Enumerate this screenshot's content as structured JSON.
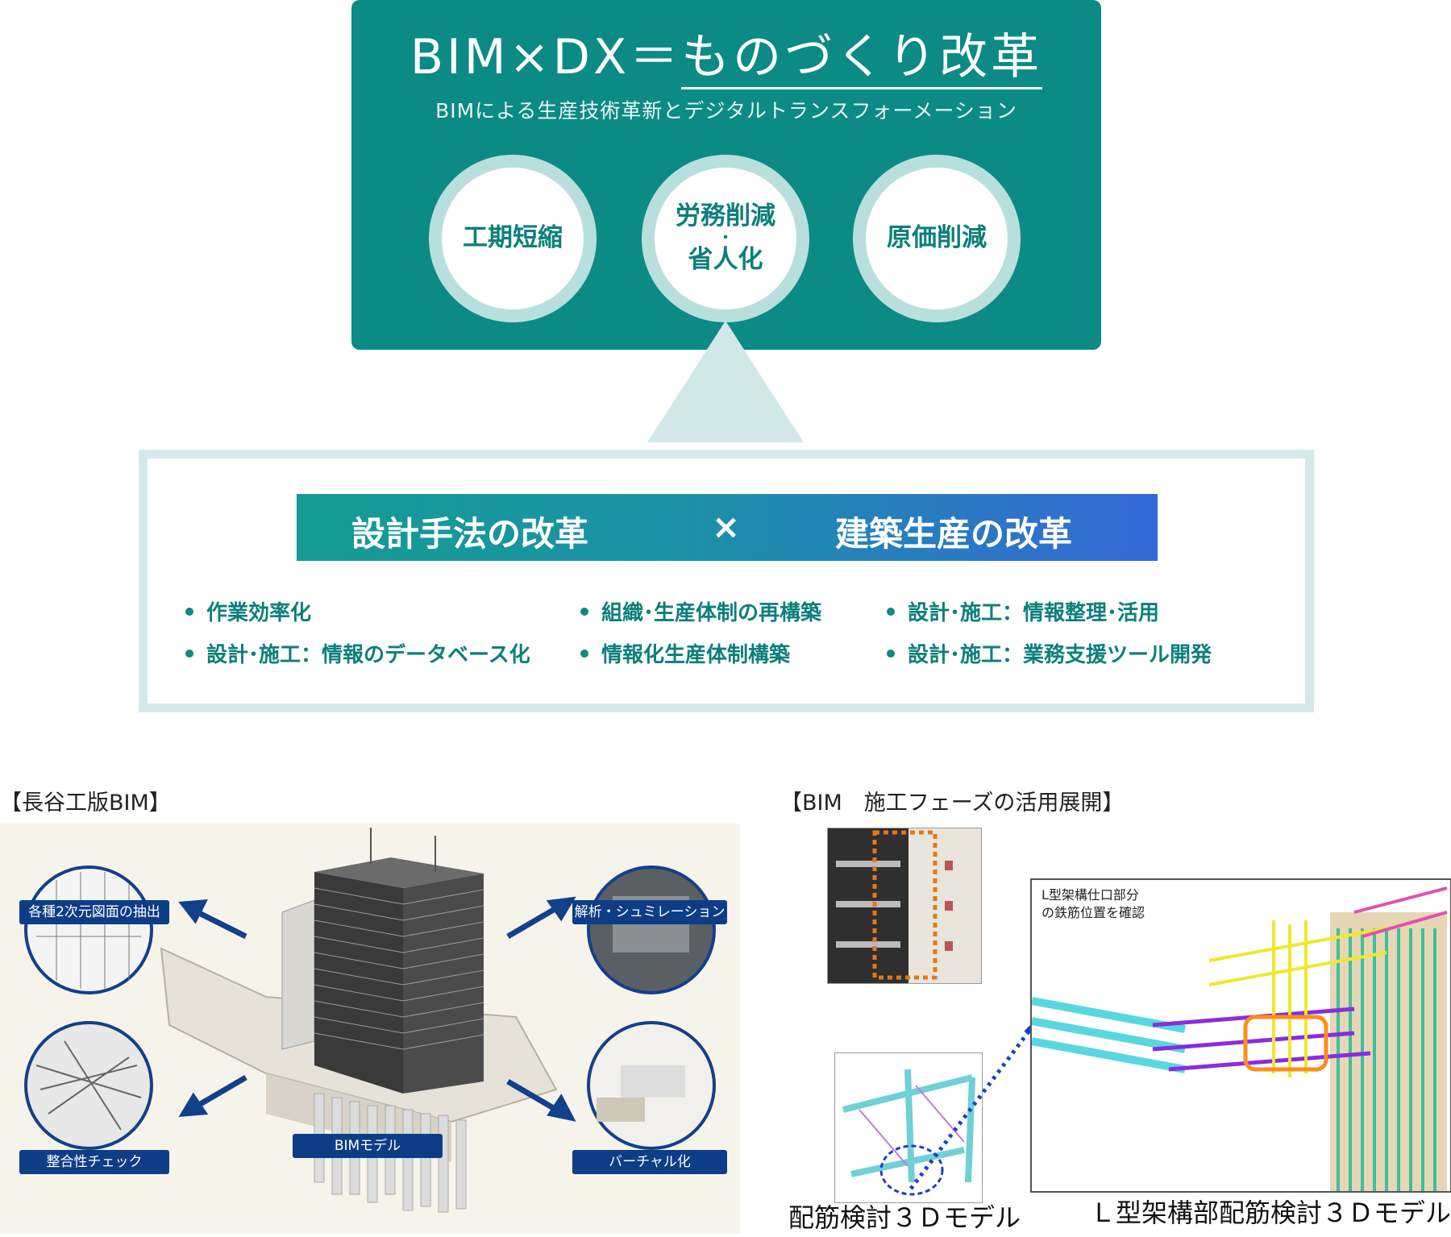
{
  "top_panel": {
    "title_left": "BIM×DX＝",
    "title_right": "ものづくり改革",
    "subtitle": "BIMによる生産技術革新とデジタルトランスフォーメーション",
    "circles": {
      "left": "工期短縮",
      "center_line1": "労務削減",
      "center_dot": "・",
      "center_line2": "省人化",
      "right": "原価削減"
    }
  },
  "reform_bar": {
    "left": "設計手法の改革",
    "times": "×",
    "right": "建築生産の改革"
  },
  "bullets": {
    "col1": [
      "作業効率化",
      "設計･施工：情報のデータベース化"
    ],
    "col2": [
      "組織･生産体制の再構築",
      "情報化生産体制構築"
    ],
    "col3": [
      "設計･施工：情報整理･活用",
      "設計･施工：業務支援ツール開発"
    ]
  },
  "left_section": {
    "heading": "【長谷工版BIM】",
    "labels": {
      "top_left": "各種2次元図面の抽出",
      "bottom_left": "整合性チェック",
      "center": "BIMモデル",
      "top_right": "解析・シュミレーション",
      "bottom_right": "バーチャル化"
    }
  },
  "right_section": {
    "heading": "【BIM　施工フェーズの活用展開】",
    "note_line1": "L型架構仕口部分",
    "note_line2": "の鉄筋位置を確認",
    "caption_left": "配筋検討３Ｄモデル",
    "caption_right": "Ｌ型架構部配筋検討３Ｄモデル"
  },
  "colors": {
    "teal": "#0c8a86",
    "light_teal": "#d2e8e8",
    "navy": "#0d3d87",
    "gradient_start": "#149c93",
    "gradient_end": "#3468d6"
  }
}
